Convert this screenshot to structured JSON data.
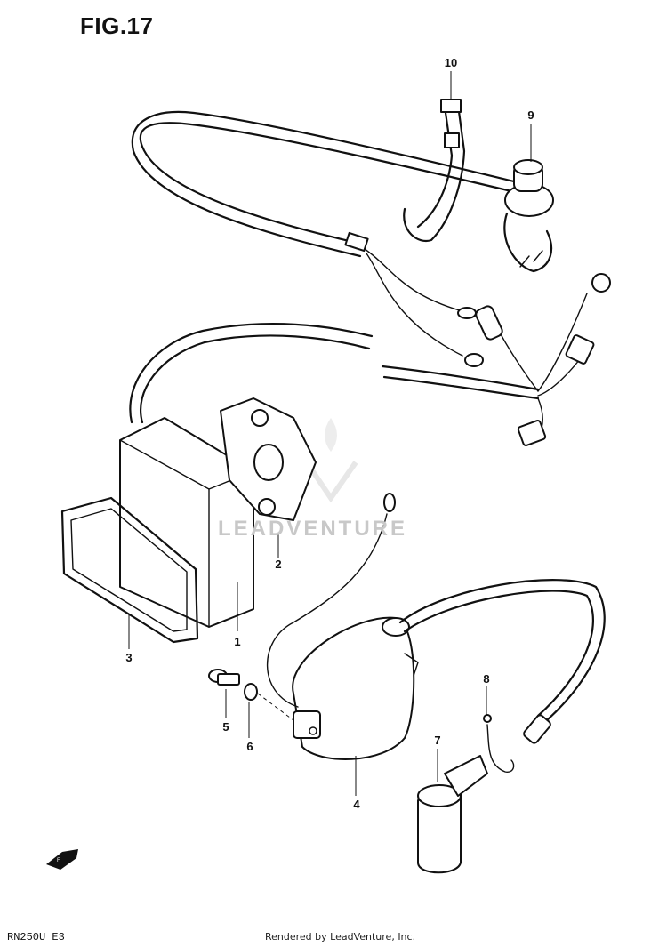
{
  "figure": {
    "title": "FIG.17"
  },
  "callouts": [
    {
      "id": "1",
      "label": "1"
    },
    {
      "id": "2",
      "label": "2"
    },
    {
      "id": "3",
      "label": "3"
    },
    {
      "id": "4",
      "label": "4"
    },
    {
      "id": "5",
      "label": "5"
    },
    {
      "id": "6",
      "label": "6"
    },
    {
      "id": "7",
      "label": "7"
    },
    {
      "id": "8",
      "label": "8"
    },
    {
      "id": "9",
      "label": "9"
    },
    {
      "id": "10",
      "label": "10"
    }
  ],
  "watermark": {
    "text": "LEADVENTURE"
  },
  "footer": {
    "code": "RN250U E3",
    "credit": "Rendered by LeadVenture, Inc."
  },
  "icons": [
    "front-arrow-icon",
    "leadventure-logo-icon"
  ]
}
